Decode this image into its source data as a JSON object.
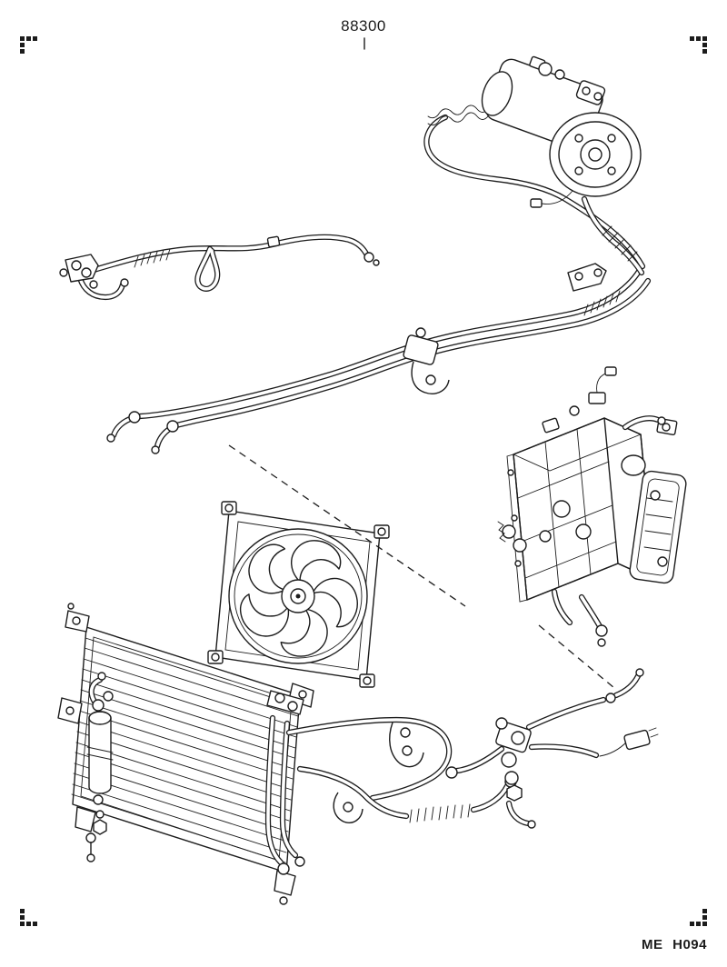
{
  "colors": {
    "ink": "#1c1c1c",
    "background": "#ffffff"
  },
  "header": {
    "figure_number": "88300"
  },
  "footer": {
    "plate_code": "ME H094"
  },
  "diagram": {
    "kind": "exploded-parts-line-drawing",
    "components": [
      "compressor-assembly",
      "compressor-hoses",
      "liquid-pipe-assembly",
      "refrigerant-pipes",
      "pipe-clamp-bracket",
      "cooling-unit-evaporator",
      "condenser-fan-assembly",
      "condenser-assembly",
      "receiver-drier",
      "condenser-pipes",
      "expansion-valve-hoses",
      "wiring-connector",
      "leader-lines",
      "corner-registration-marks"
    ]
  }
}
